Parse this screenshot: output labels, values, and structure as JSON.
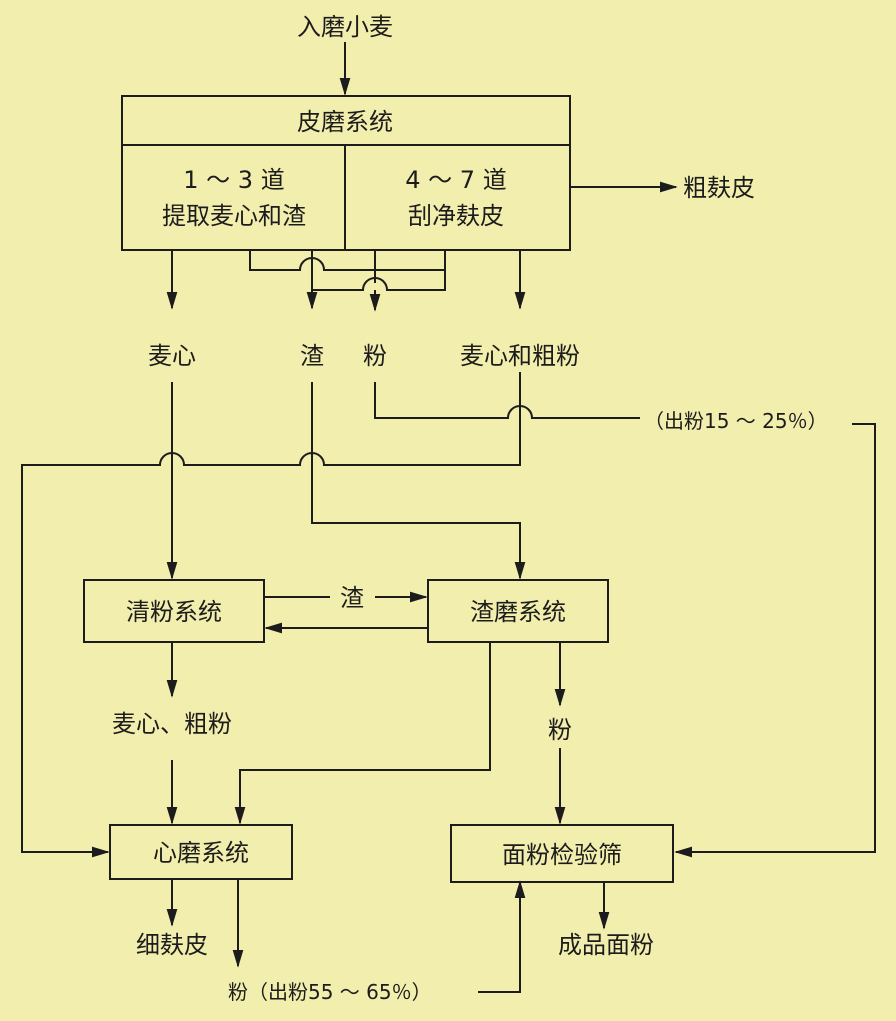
{
  "colors": {
    "background": "#f2eeae",
    "ink": "#1c1c1c"
  },
  "input": "入磨小麦",
  "bran_system": {
    "title": "皮磨系统",
    "left_line1": "1 ～ 3 道",
    "left_line2": "提取麦心和渣",
    "right_line1": "4 ～ 7 道",
    "right_line2": "刮净麸皮"
  },
  "coarse_bran": "粗麸皮",
  "outputs": {
    "semolina": "麦心",
    "tailings": "渣",
    "flour": "粉",
    "semolina_middlings": "麦心和粗粉"
  },
  "flour_yield_1": "（出粉15 ～ 25％）",
  "purifier": "清粉系统",
  "tailings_mid": "渣",
  "tailings_mill": "渣磨系统",
  "purifier_out": "麦心、粗粉",
  "tailings_flour": "粉",
  "reduction": "心磨系统",
  "flour_sifter": "面粉检验筛",
  "fine_bran": "细麸皮",
  "flour_yield_2": "粉（出粉55 ～ 65％）",
  "finished_flour": "成品面粉"
}
